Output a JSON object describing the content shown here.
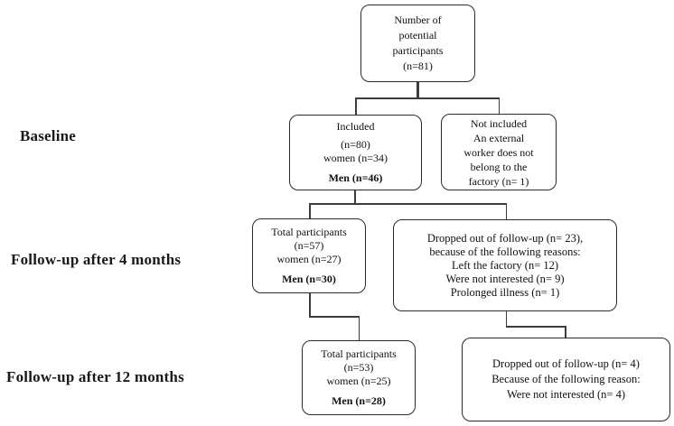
{
  "flowchart": {
    "stage_labels": {
      "baseline": "Baseline",
      "followup4": "Follow-up after 4 months",
      "followup12": "Follow-up after 12 months"
    },
    "boxes": {
      "potential_participants": {
        "lines": [
          "Number of",
          "potential",
          "participants",
          "(n=81)"
        ]
      },
      "included": {
        "lines": [
          "Included",
          "(n=80)",
          "women (n=34)",
          "Men (n=46)"
        ]
      },
      "not_included": {
        "lines": [
          "Not included",
          "An external",
          "worker does not",
          "belong to the",
          "factory (n= 1)"
        ]
      },
      "followup4_total": {
        "lines": [
          "Total participants",
          "(n=57)",
          "women (n=27)",
          "Men (n=30)"
        ]
      },
      "followup4_dropped": {
        "lines": [
          "Dropped out of follow-up (n= 23),",
          "because of the following reasons:",
          "Left the factory (n= 12)",
          "Were not interested (n= 9)",
          "Prolonged illness (n= 1)"
        ]
      },
      "followup12_total": {
        "lines": [
          "Total participants",
          "(n=53)",
          "women (n=25)",
          "Men (n=28)"
        ]
      },
      "followup12_dropped": {
        "lines": [
          "Dropped out of follow-up (n= 4)",
          "Because of the following reason:",
          "Were not interested (n= 4)"
        ]
      }
    },
    "colors": {
      "background": "#ffffff",
      "box_border": "#2b2b2b",
      "connector": "#3d3d3d",
      "text": "#111111"
    }
  }
}
